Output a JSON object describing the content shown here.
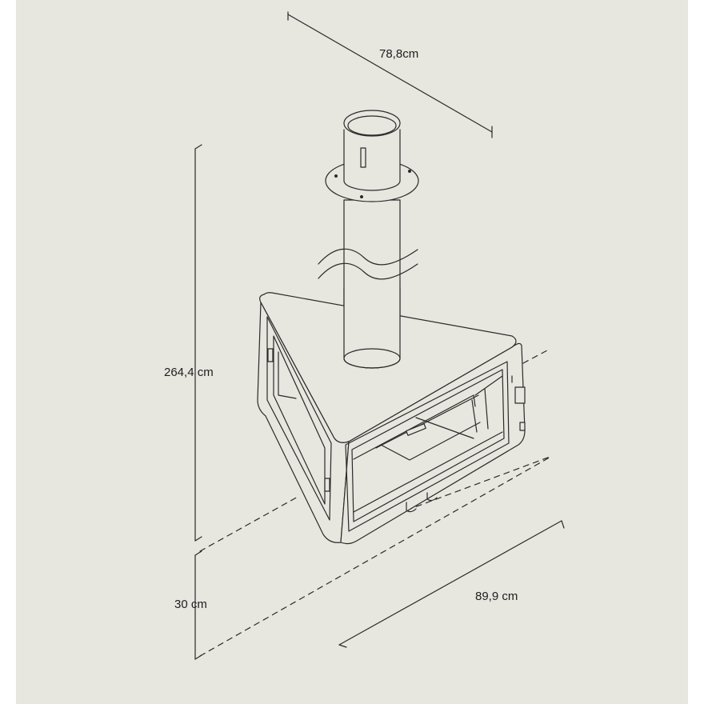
{
  "colors": {
    "background": "#e7e6df",
    "line": "#2a2a2a",
    "fill": "#e7e6df"
  },
  "dimensions": {
    "depth": "78,8cm",
    "height": "264,4 cm",
    "clearance": "30 cm",
    "width": "89,9 cm"
  }
}
